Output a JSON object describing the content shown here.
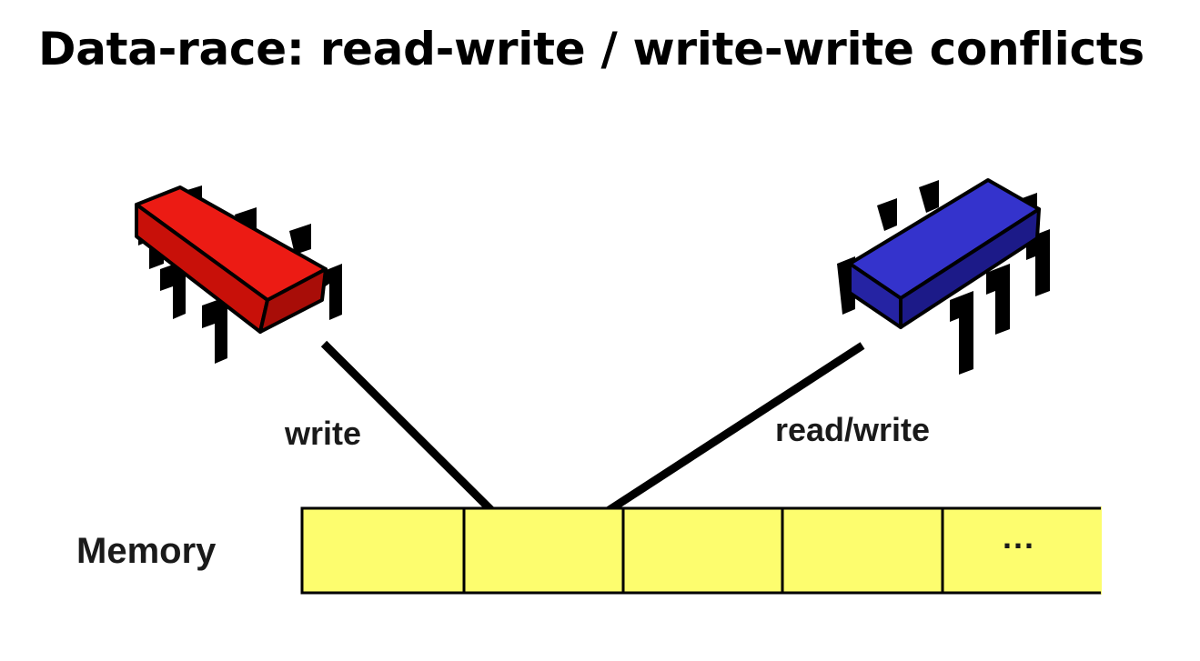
{
  "title": "Data-race: read-write / write-write conflicts",
  "processors": [
    {
      "id": "left",
      "color": "#e8140f",
      "access": "write"
    },
    {
      "id": "right",
      "color": "#3433cc",
      "access": "read/write"
    }
  ],
  "memory": {
    "label": "Memory",
    "cell_color": "#fdfd6e",
    "cell_count": 5,
    "ellipsis": "...",
    "target_cell_index": 1
  }
}
